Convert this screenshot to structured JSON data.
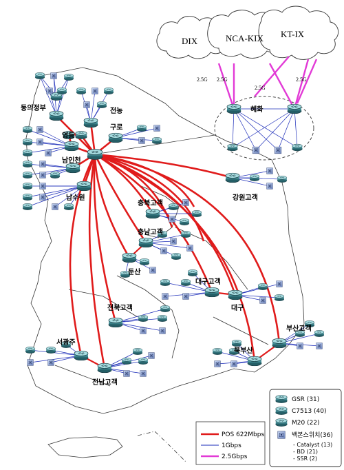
{
  "clouds": [
    {
      "id": "dix",
      "label": "DIX"
    },
    {
      "id": "nca",
      "label": "NCA-KIX"
    },
    {
      "id": "ktix",
      "label": "KT-IX"
    }
  ],
  "uplink_labels": [
    "2.5G",
    "2.5G",
    "2.5G",
    "2.5G"
  ],
  "nodes": {
    "uijeongbu": "동의정부",
    "jeonnong": "전농",
    "guro": "구로",
    "yeongdeungpo": "영등",
    "hyehwa": "혜화",
    "naminchon": "남인천",
    "namsuwon": "남수원",
    "gangwon": "강원고객",
    "chungbuk": "충북고객",
    "chungnam": "충남고객",
    "dunsan": "둔산",
    "daegu_cust": "대구고객",
    "daegu": "대구",
    "jeonbuk": "전북고객",
    "seogwangju": "서광주",
    "jeonnam": "전남고객",
    "bukbusan": "북부산",
    "busan": "부산고객"
  },
  "legend": {
    "devices": [
      {
        "icon": "gsr-router-icon",
        "label": "GSR (31)"
      },
      {
        "icon": "c7513-router-icon",
        "label": "C7513 (40)"
      },
      {
        "icon": "m20-router-icon",
        "label": "M20 (22)"
      },
      {
        "icon": "backbone-switch-icon",
        "label": "백본스위치(36)"
      }
    ],
    "sub_items": [
      "- Catalyst (13)",
      "- BD (21)",
      "- SSR (2)"
    ],
    "links": [
      {
        "label": "POS 622Mbps",
        "color": "#e01b1b"
      },
      {
        "label": "1Gbps",
        "color": "#1a2bb8"
      },
      {
        "label": "2.5Gbps",
        "color": "#e23ad6"
      }
    ]
  },
  "colors": {
    "pos": "#e01b1b",
    "gbps": "#1a2bb8",
    "g25": "#e23ad6",
    "device": "#3f8f96",
    "outline": "#222222"
  }
}
